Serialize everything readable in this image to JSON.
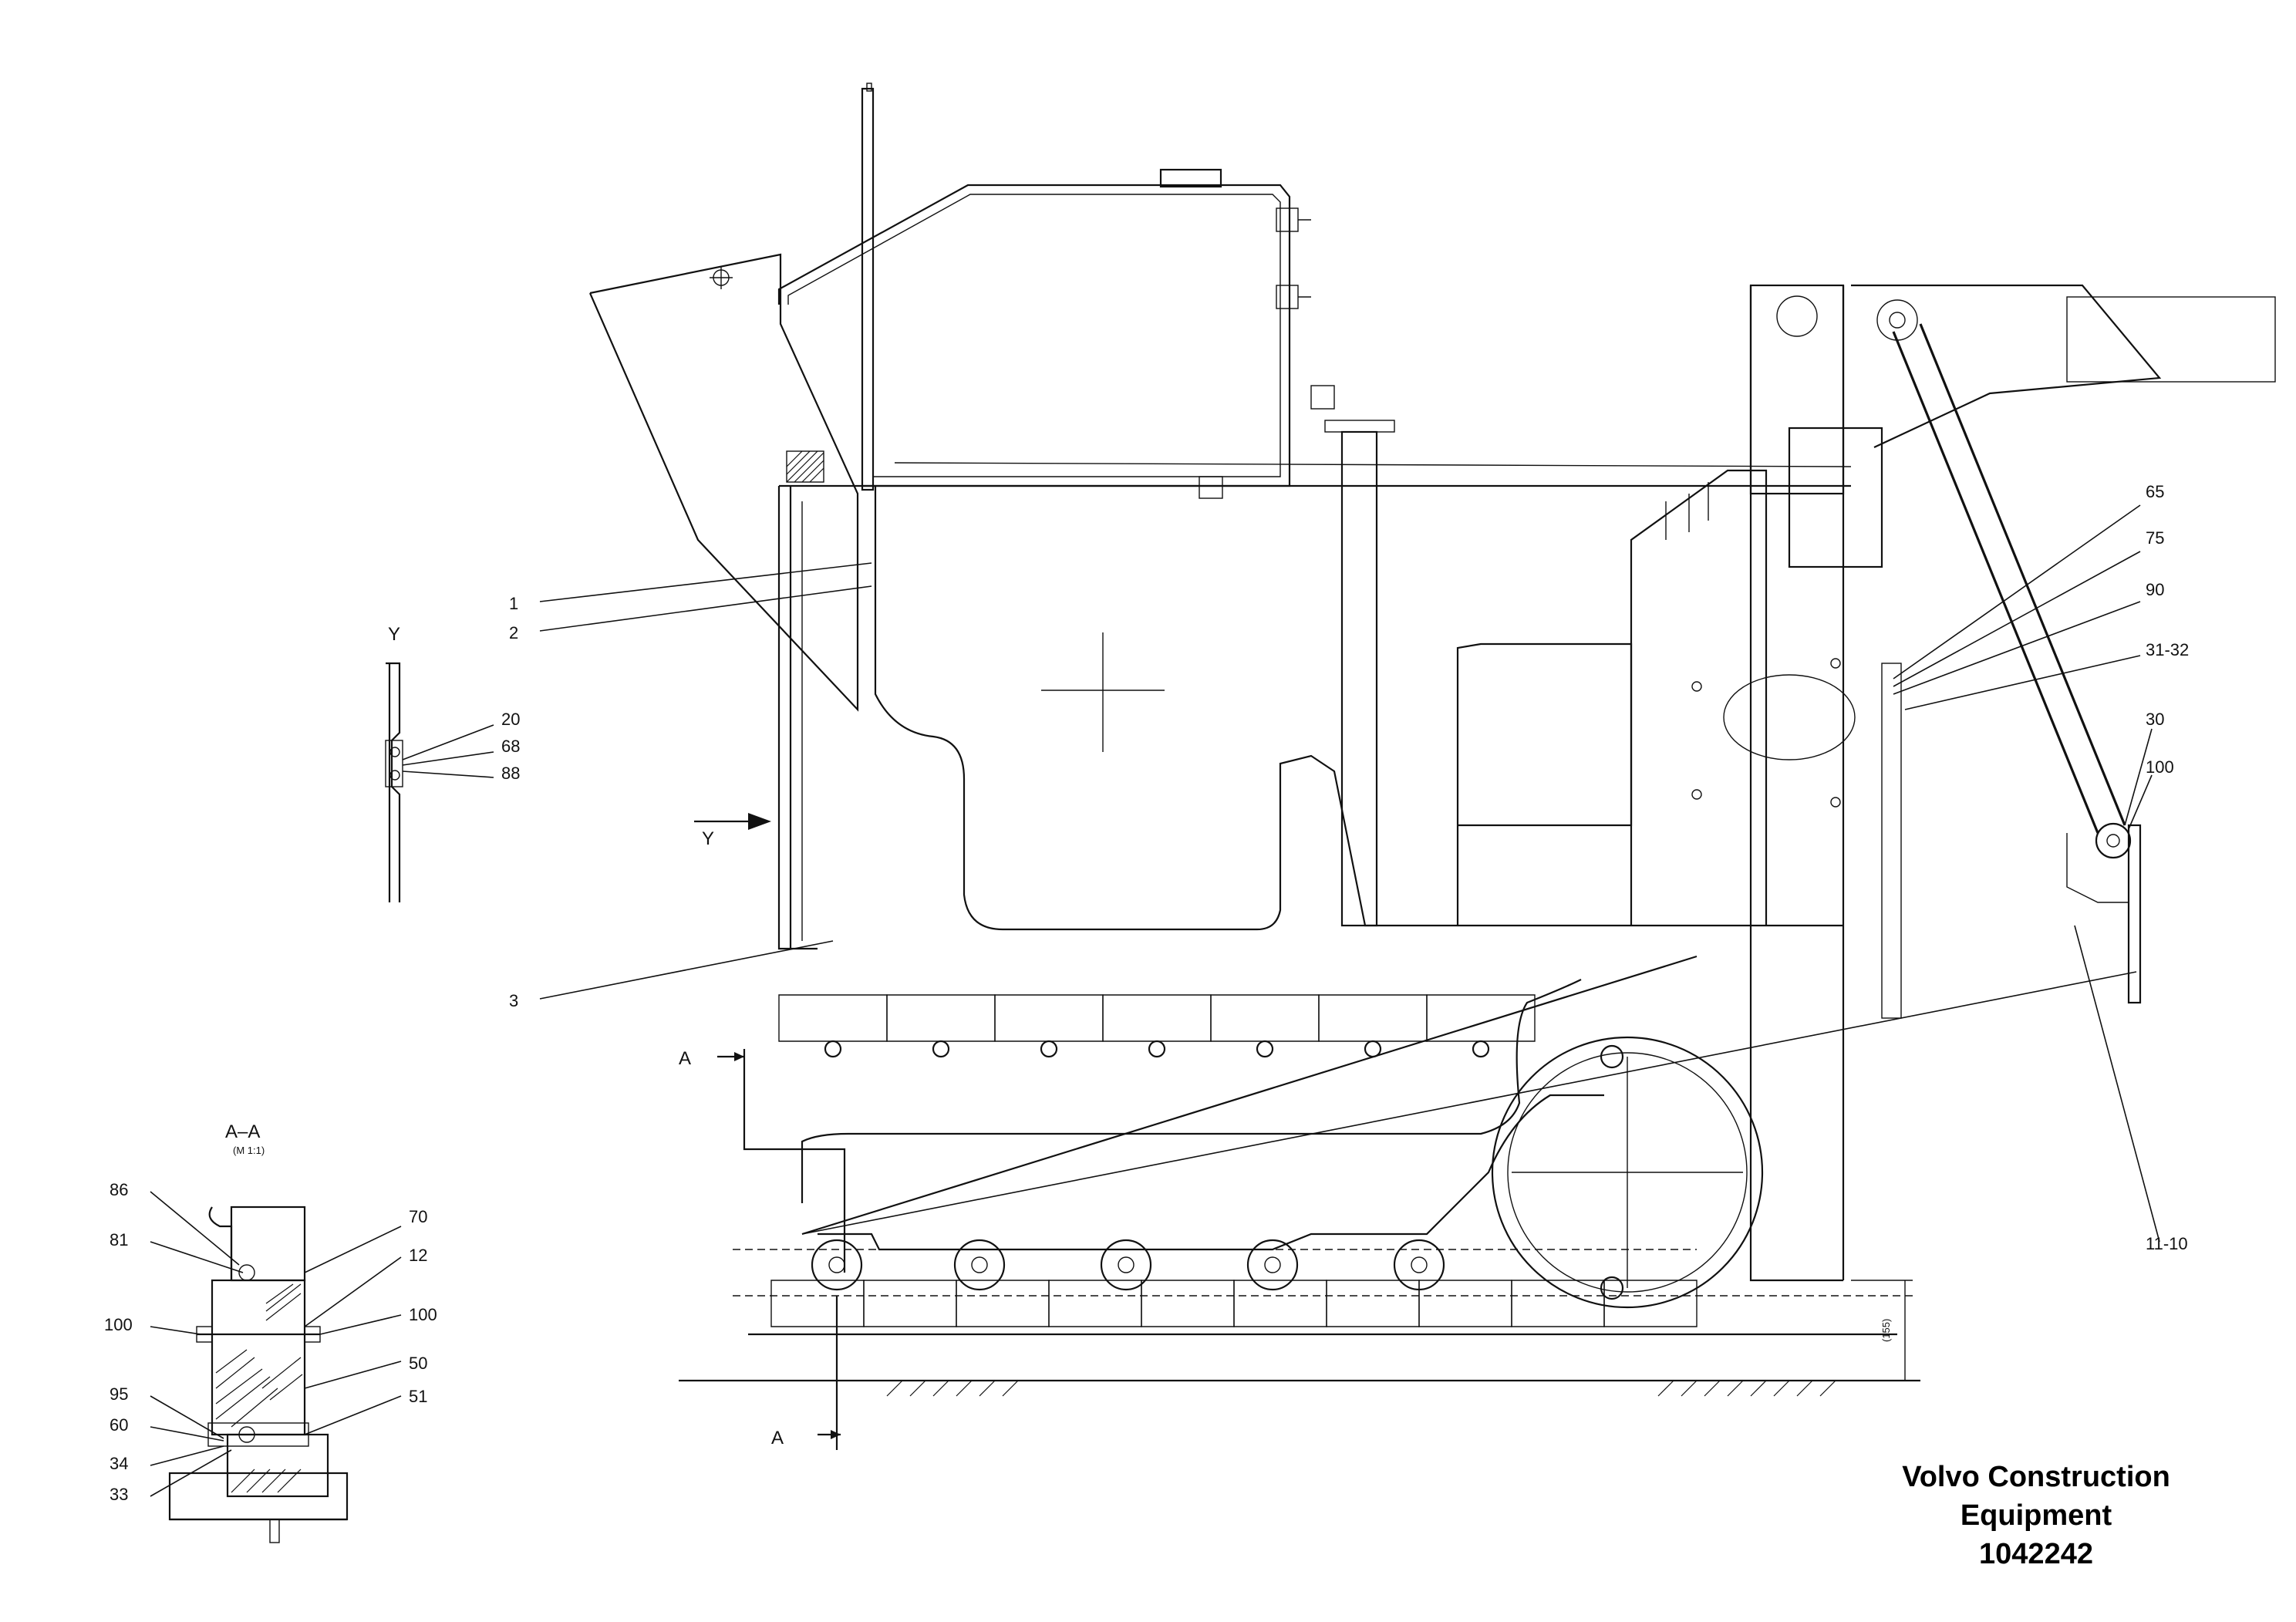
{
  "title_block": {
    "line1": "Volvo Construction",
    "line2": "Equipment",
    "part_number": "1042242"
  },
  "views": {
    "detail_y": "Y",
    "section_aa": "A–A",
    "section_scale": "(M 1:1)",
    "section_mark": "A",
    "dimension": "(155)"
  },
  "callouts_main": [
    "1",
    "2",
    "3",
    "65",
    "75",
    "90",
    "31-32",
    "30",
    "100",
    "11-10"
  ],
  "callouts_y": [
    "20",
    "68",
    "88"
  ],
  "callouts_section_left": [
    "86",
    "81",
    "100",
    "95",
    "60",
    "34",
    "33"
  ],
  "callouts_section_right": [
    "70",
    "12",
    "100",
    "50",
    "51"
  ]
}
